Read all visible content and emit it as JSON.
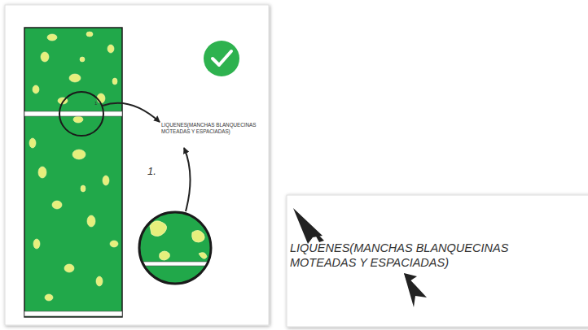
{
  "diagram": {
    "labels": [
      "LIQUENES(MANCHAS BLANQUECINAS MOTEADAS Y ESPACIADAS)",
      "1",
      "1.",
      "LIQUENES(MANCHAS BLANQUECINAS MOTEADAS Y ESPACIADAS)"
    ]
  }
}
